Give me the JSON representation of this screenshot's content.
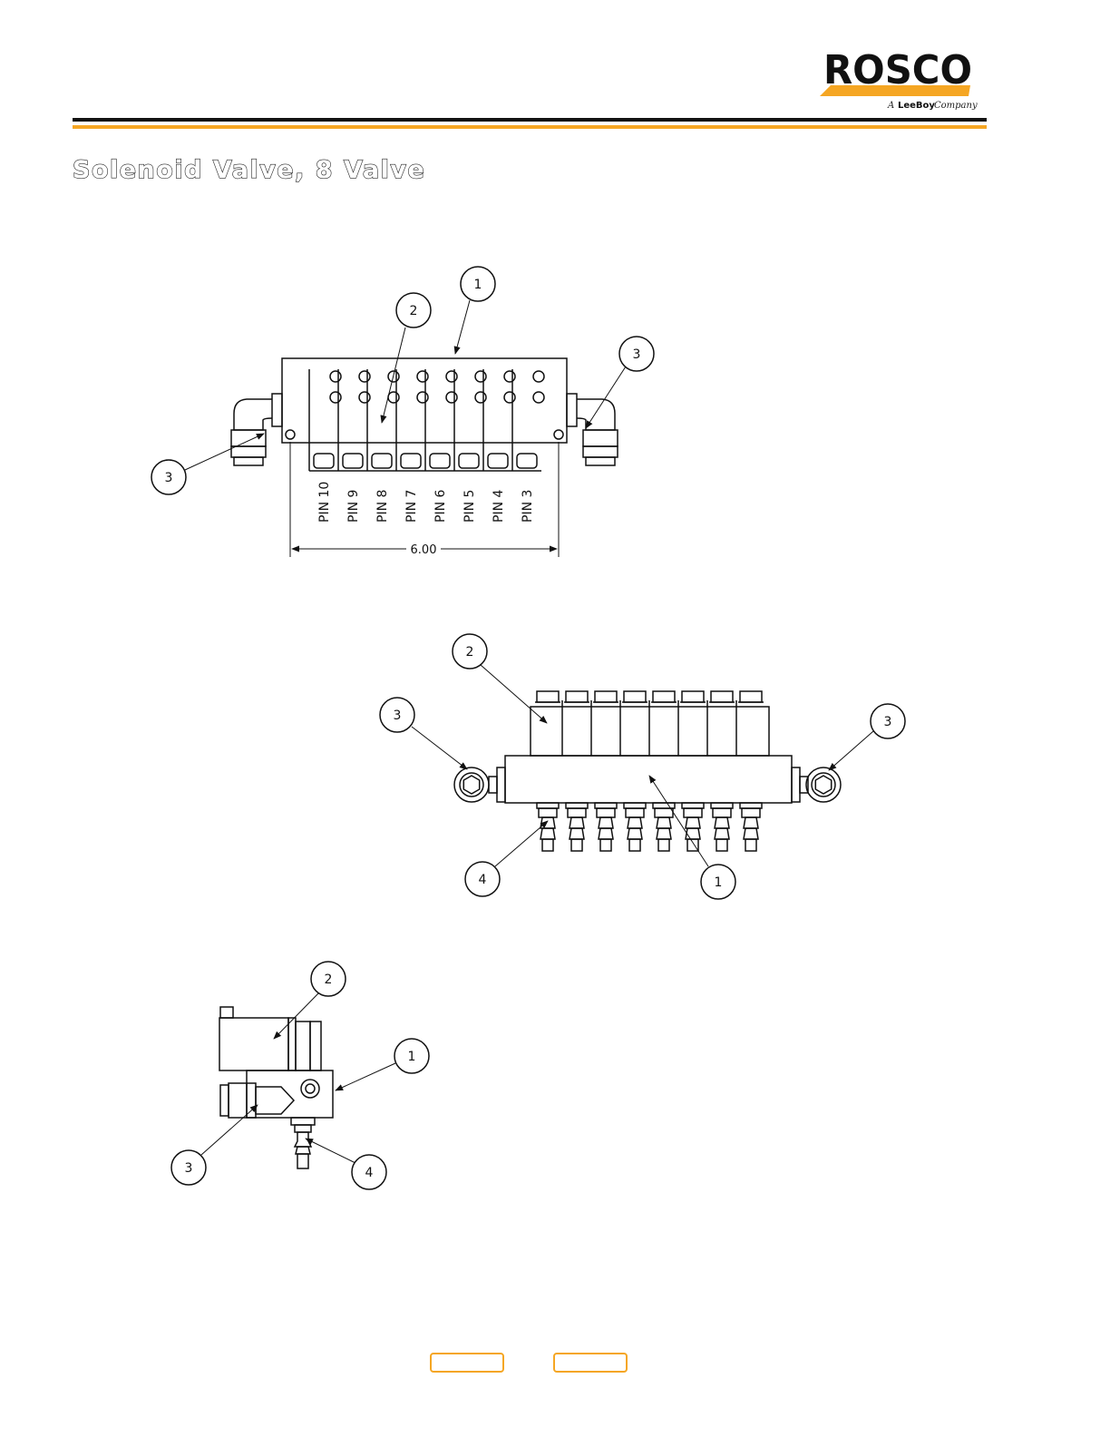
{
  "header": {
    "logo_text": "ROSCO",
    "logo_tagline_pre": "A",
    "logo_tagline_brand": "LeeBoy",
    "logo_tagline_post": "Company",
    "accent_color": "#f5a623"
  },
  "page": {
    "title": "Solenoid Valve, 8 Valve"
  },
  "top_view": {
    "pins": [
      "PIN 10",
      "PIN 9",
      "PIN 8",
      "PIN 7",
      "PIN 6",
      "PIN 5",
      "PIN 4",
      "PIN 3"
    ],
    "dimension": "6.00",
    "callouts": [
      "1",
      "2",
      "3",
      "3"
    ]
  },
  "front_view": {
    "callouts": [
      "2",
      "3",
      "3",
      "4",
      "1"
    ]
  },
  "side_view": {
    "callouts": [
      "2",
      "1",
      "3",
      "4"
    ]
  },
  "nav": {
    "prev_label": "",
    "next_label": ""
  }
}
